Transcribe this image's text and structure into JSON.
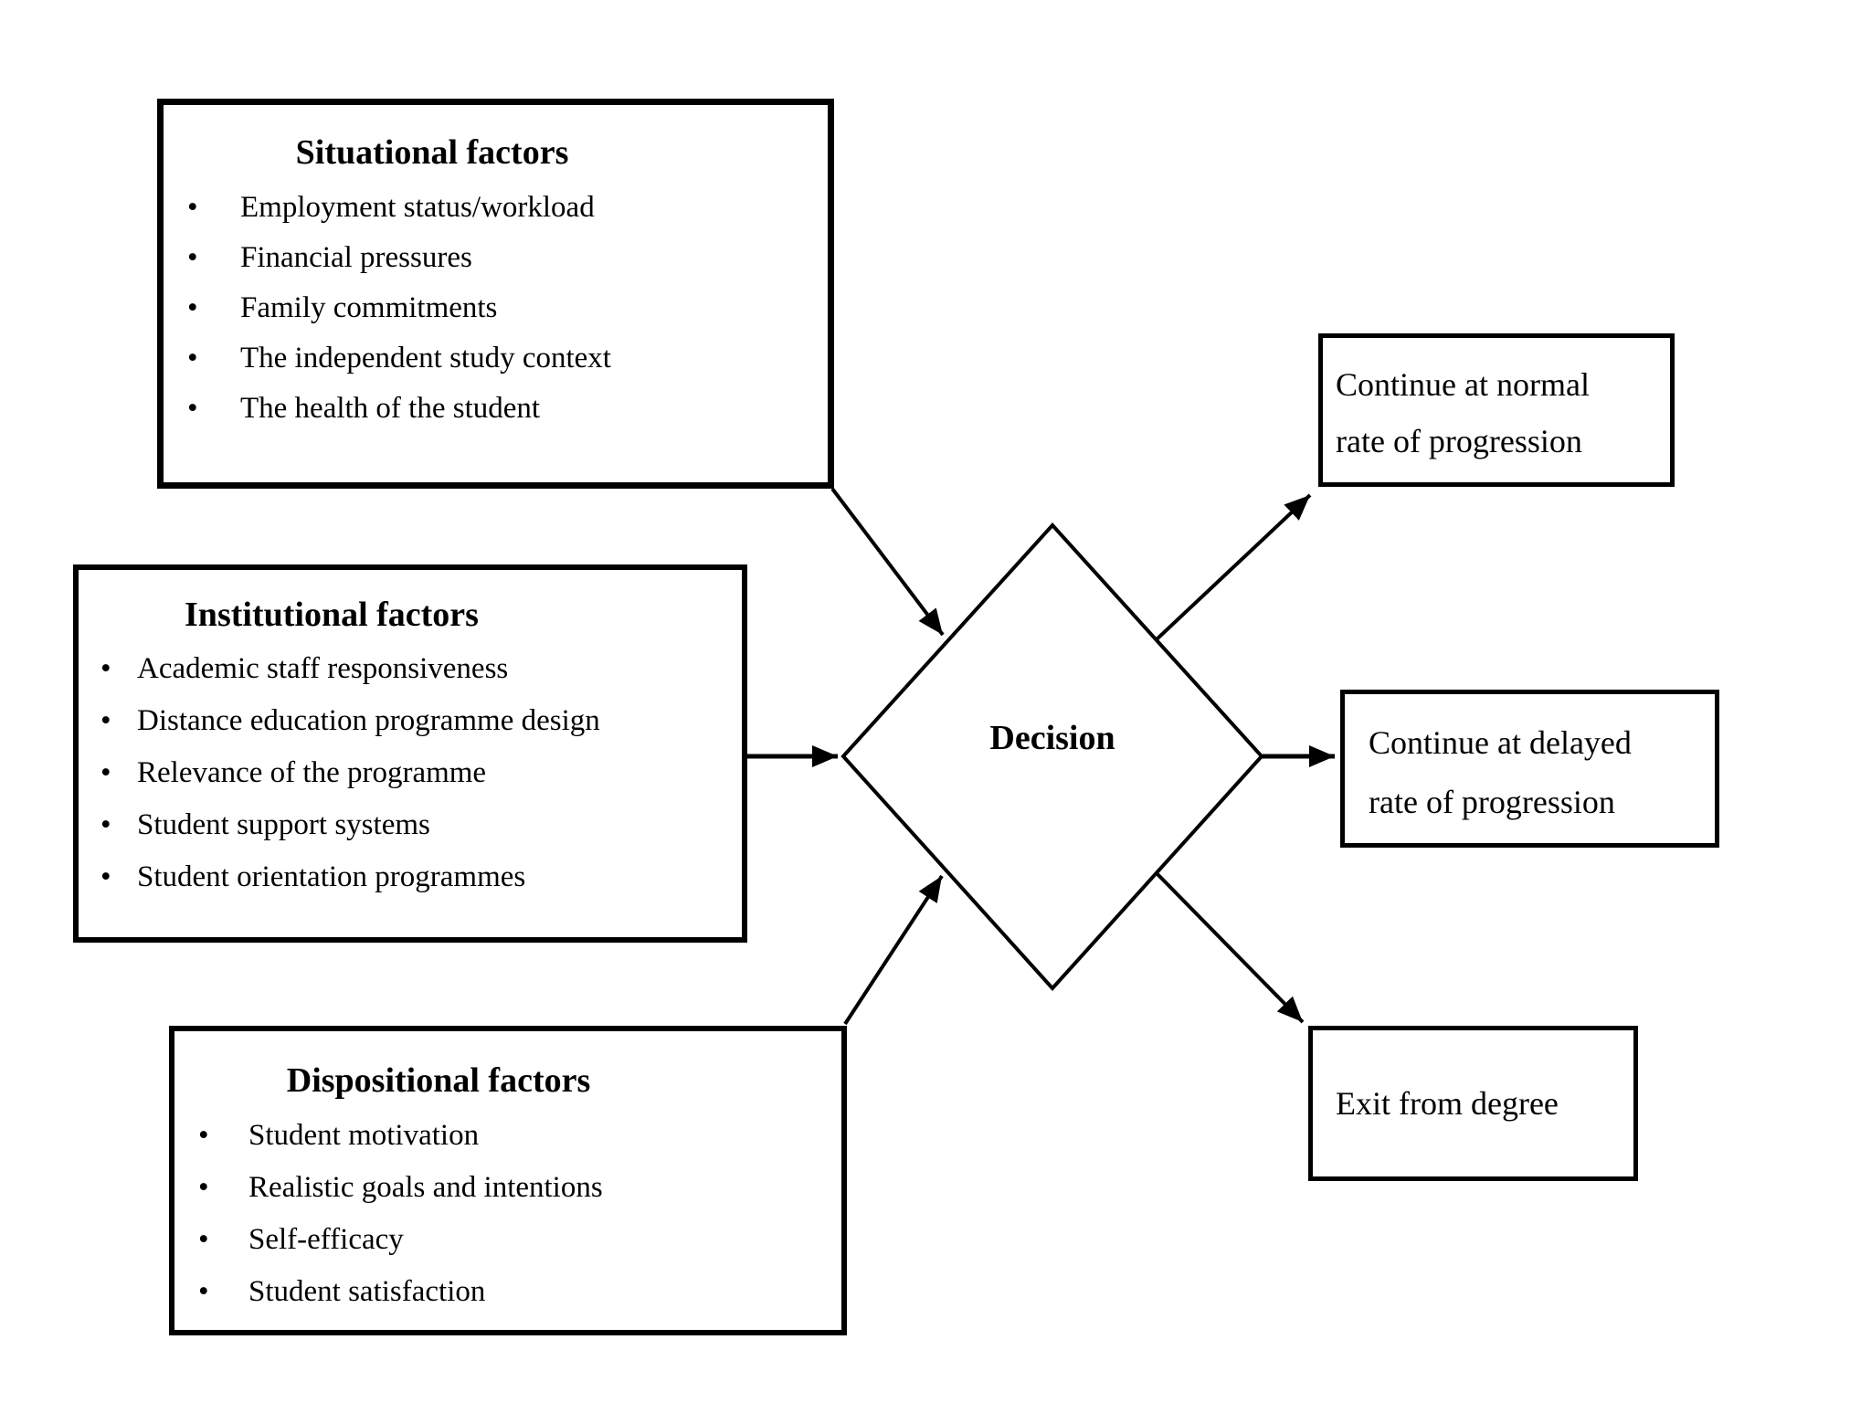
{
  "diagram": {
    "background_color": "#ffffff",
    "line_color": "#000000",
    "text_color": "#000000",
    "factors": [
      {
        "title": "Situational factors",
        "items": [
          "Employment status/workload",
          "Financial pressures",
          "Family commitments",
          "The independent study context",
          "The health of the student"
        ]
      },
      {
        "title": "Institutional factors",
        "items": [
          "Academic staff responsiveness",
          "Distance education programme design",
          "Relevance of the programme",
          "Student support systems",
          "Student orientation programmes"
        ]
      },
      {
        "title": "Dispositional factors",
        "items": [
          "Student motivation",
          "Realistic goals and intentions",
          "Self-efficacy",
          "Student satisfaction"
        ]
      }
    ],
    "decision": {
      "label": "Decision"
    },
    "outcomes": [
      {
        "label": "Continue at normal rate of progression"
      },
      {
        "label": "Continue at delayed rate of progression"
      },
      {
        "label": "Exit from degree"
      }
    ]
  }
}
